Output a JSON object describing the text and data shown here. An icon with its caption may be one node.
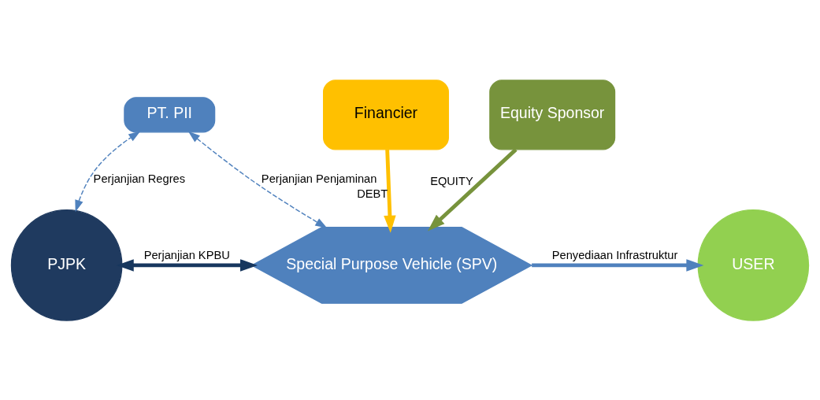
{
  "diagram": {
    "nodes": [
      {
        "text": [
          "PT. PII"
        ]
      },
      {
        "text": [
          "Financier"
        ]
      },
      {
        "text": [
          "Equity Sponsor"
        ]
      },
      {
        "text": [
          "PJPK"
        ]
      },
      {
        "text": [
          "Special Purpose Vehicle (SPV)"
        ]
      },
      {
        "text": [
          "USER"
        ]
      }
    ],
    "edges": [
      {
        "from": 3,
        "to": 0,
        "arrow": "both",
        "style": "dashed",
        "label": "Perjanjian Regres"
      },
      {
        "from": 0,
        "to": 4,
        "arrow": "both",
        "style": "dashed",
        "label": "Perjanjian Penjaminan"
      },
      {
        "from": 1,
        "to": 4,
        "arrow": "to",
        "color": "#ffc000",
        "label": "DEBT"
      },
      {
        "from": 2,
        "to": 4,
        "arrow": "to",
        "color": "#77933c",
        "label": "EQUITY"
      },
      {
        "from": 3,
        "to": 4,
        "arrow": "both",
        "color": "#17375e",
        "label": "Perjanjian KPBU"
      },
      {
        "from": 4,
        "to": 5,
        "arrow": "to",
        "label": "Penyediaan Infrastruktur"
      }
    ]
  }
}
